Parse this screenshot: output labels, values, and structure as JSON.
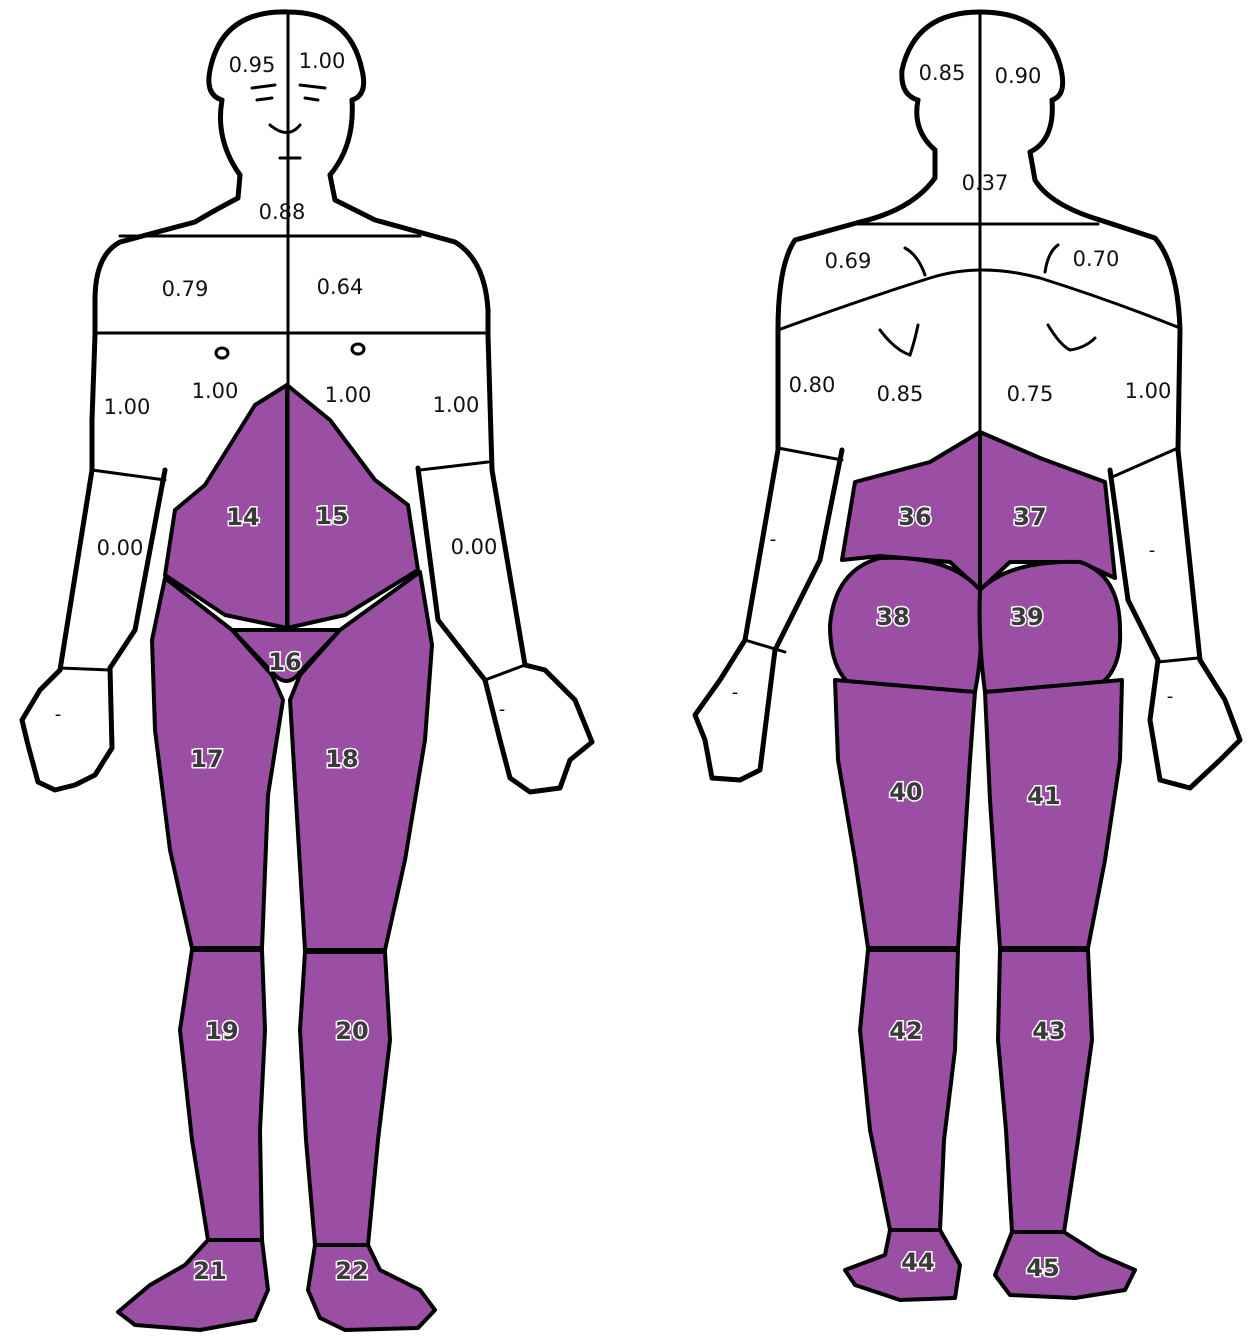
{
  "colors": {
    "shaded": "#9a4ea4",
    "line": "#000000",
    "background": "#ffffff"
  },
  "front": {
    "values": {
      "head_right": "0.95",
      "head_left": "1.00",
      "neck": "0.88",
      "shoulder_right": "0.79",
      "shoulder_left": "0.64",
      "chest_right": "1.00",
      "chest_left": "1.00",
      "upper_arm_right": "1.00",
      "upper_arm_left": "1.00",
      "forearm_right": "0.00",
      "forearm_left": "0.00",
      "hand_right": "-",
      "hand_left": "-"
    },
    "regions": {
      "abdomen_right": "14",
      "abdomen_left": "15",
      "groin": "16",
      "thigh_right": "17",
      "thigh_left": "18",
      "leg_right": "19",
      "leg_left": "20",
      "foot_right": "21",
      "foot_left": "22"
    }
  },
  "back": {
    "values": {
      "head_left": "0.85",
      "head_right": "0.90",
      "neck": "0.37",
      "shoulder_left": "0.69",
      "shoulder_right": "0.70",
      "upper_arm_left": "0.80",
      "upper_back_left": "0.85",
      "upper_back_right": "0.75",
      "upper_arm_right": "1.00",
      "forearm_left": "-",
      "forearm_right": "-",
      "hand_left": "-",
      "hand_right": "-"
    },
    "regions": {
      "lower_back_left": "36",
      "lower_back_right": "37",
      "buttock_left": "38",
      "buttock_right": "39",
      "thigh_left": "40",
      "thigh_right": "41",
      "leg_left": "42",
      "leg_right": "43",
      "foot_left": "44",
      "foot_right": "45"
    }
  }
}
